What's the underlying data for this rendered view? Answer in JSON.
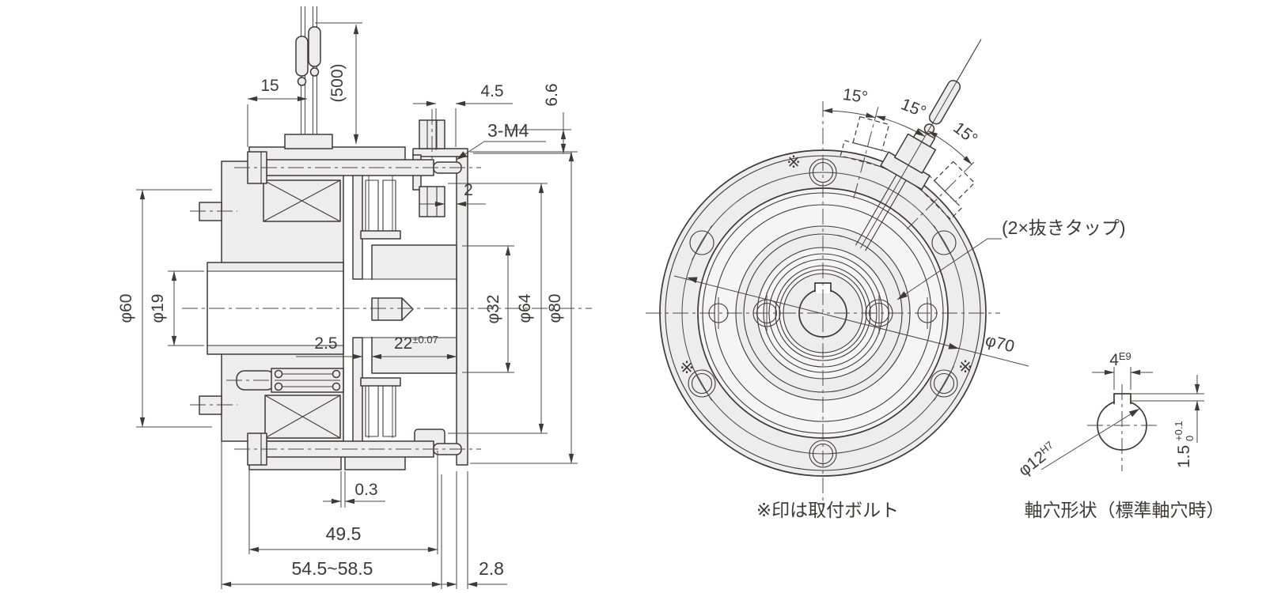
{
  "drawing_type": "technical-dimension-drawing",
  "colors": {
    "line": "#3e3a39",
    "fill": "#ededee",
    "background": "#ffffff"
  },
  "section_view": {
    "dims": {
      "lead_offset": "15",
      "lead_length": "(500)",
      "terminal_offset": "4.5",
      "mount_height": "6.6",
      "screw_callout": "3-M4",
      "flange_gap": "2",
      "stator_od": "φ60",
      "pilot_bore": "φ19",
      "hub_od": "φ32",
      "disc_od": "φ64",
      "flange_od": "φ80",
      "armature_gap": "2.5",
      "hub_length": "22",
      "hub_length_tol": "±0.07",
      "release_gap": "0.3",
      "body_length": "49.5",
      "overall_length": "54.5~58.5",
      "flange_thickness": "2.8"
    }
  },
  "front_view": {
    "angle_step_1": "15°",
    "angle_step_2": "15°",
    "angle_step_3": "15°",
    "tap_note": "(2×抜きタップ)",
    "bolt_circle_dia": "φ70",
    "bolt_mark_top": "※",
    "bolt_mark_lower_left": "※",
    "bolt_mark_lower_right": "※",
    "legend": "※印は取付ボルト"
  },
  "shaft_detail": {
    "keyway_width": "4",
    "keyway_width_fit": "E9",
    "bore_dia": "φ12",
    "bore_fit": "H7",
    "keyway_depth": "1.5",
    "keyway_depth_tol_upper": "+0.1",
    "keyway_depth_tol_lower": "0",
    "caption": "軸穴形状（標準軸穴時）"
  }
}
